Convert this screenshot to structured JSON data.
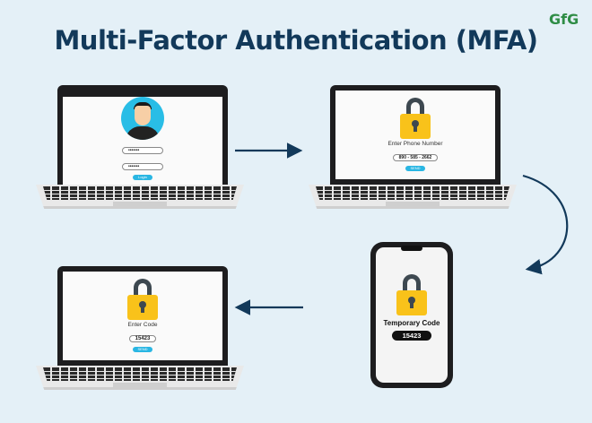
{
  "title": "Multi-Factor Authentication (MFA)",
  "logo": "GfG",
  "step1": {
    "password1": "•••••••",
    "password2": "•••••••",
    "button": "Login"
  },
  "step2": {
    "label": "Enter Phone Number",
    "phone": "890 - 585 - 2662",
    "button": "SEND"
  },
  "step3": {
    "label": "Temporary Code",
    "code": "15423"
  },
  "step4": {
    "label": "Enter Code",
    "code": "15423",
    "button": "SEND"
  }
}
